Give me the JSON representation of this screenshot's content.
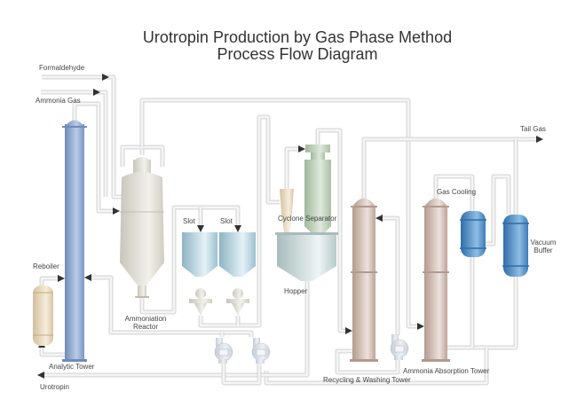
{
  "title": {
    "line1": "Urotropin Production by Gas Phase Method",
    "line2": "Process Flow Diagram"
  },
  "labels": {
    "formaldehyde": "Formaldehyde",
    "ammonia_gas": "Ammonia Gas",
    "reboiler": "Reboiler",
    "analytic_tower": "Analytic Tower",
    "urotropin": "Urotropin",
    "ammoniation_reactor_1": "Ammoniation",
    "ammoniation_reactor_2": "Reactor",
    "slot_1": "Slot",
    "slot_2": "Slot",
    "cyclone_separator": "Cyclone Separator",
    "hopper": "Hopper",
    "recycling_tower": "Recycling & Washing Tower",
    "absorption_tower": "Ammonia Absorption Tower",
    "gas_cooling": "Gas Cooling",
    "vacuum_buffer_1": "Vacuum",
    "vacuum_buffer_2": "Buffer",
    "tail_gas": "Tail Gas"
  },
  "colors": {
    "pipe": "#d9d9d9",
    "pipe_inner": "#f5f5f5",
    "arrow": "#333333",
    "analytic_tower": "#7b97c2",
    "reactor": "#d8d6cc",
    "slot": "#a9cbd8",
    "separator": "#b9cdb4",
    "cyclone": "#e7d4b6",
    "tower": "#c9b2a6",
    "vessel": "#4a87c0",
    "reboiler": "#e6d4b6"
  }
}
